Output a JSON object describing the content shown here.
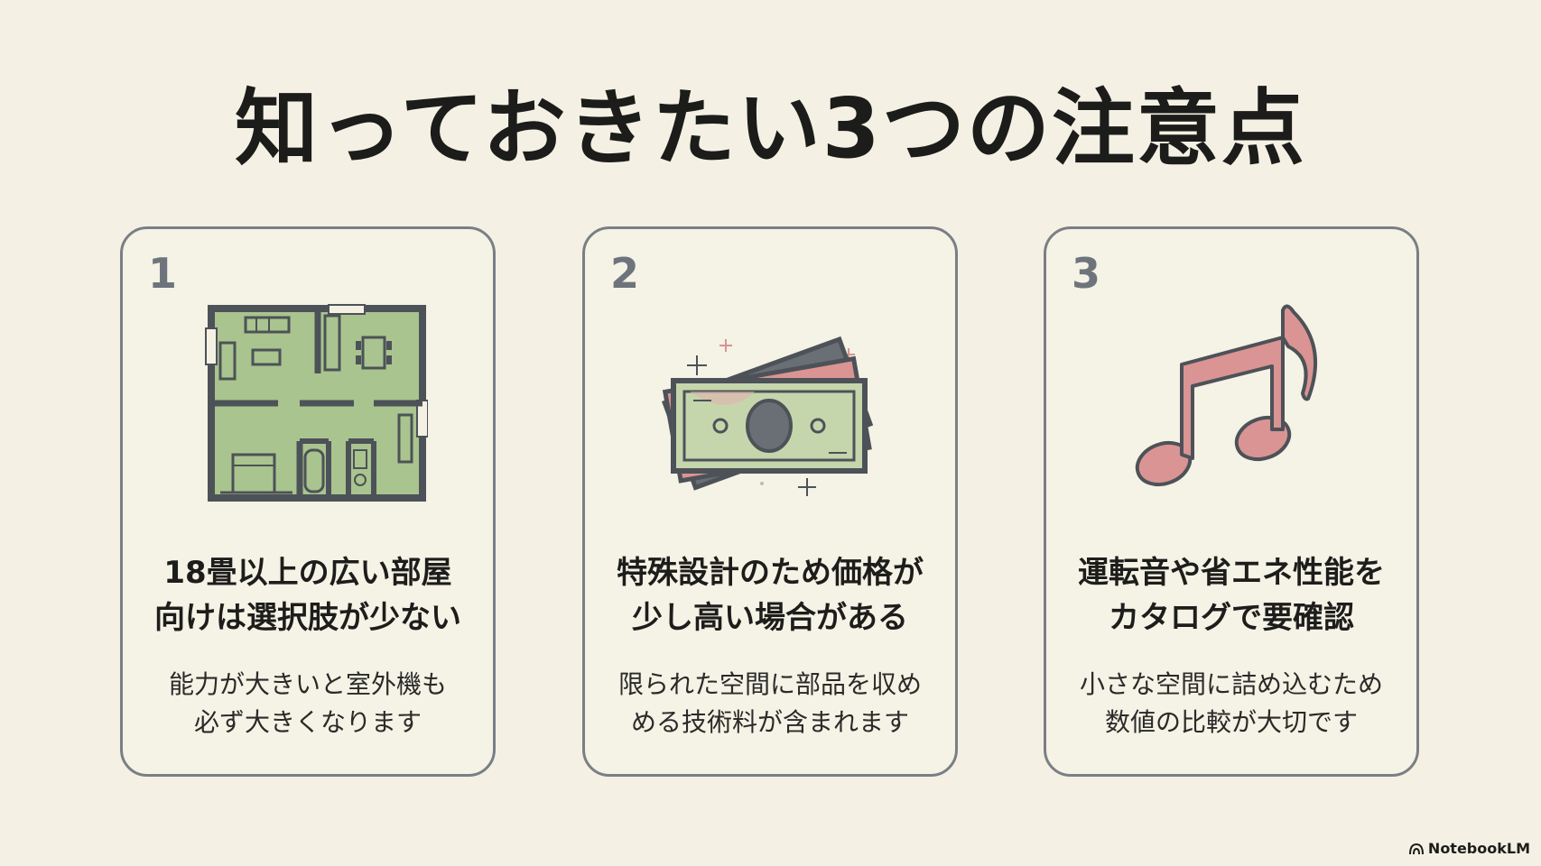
{
  "title": "知っておきたい3つの注意点",
  "cards": [
    {
      "number": "1",
      "icon": "floor-plan-icon",
      "heading": [
        "18畳以上の広い部屋",
        "向けは選択肢が少ない"
      ],
      "body": [
        "能力が大きいと室外機も",
        "必ず大きくなります"
      ]
    },
    {
      "number": "2",
      "icon": "banknotes-icon",
      "heading": [
        "特殊設計のため価格が",
        "少し高い場合がある"
      ],
      "body": [
        "限られた空間に部品を収め",
        "める技術料が含まれます"
      ]
    },
    {
      "number": "3",
      "icon": "music-note-icon",
      "heading": [
        "運転音や省エネ性能を",
        "カタログで要確認"
      ],
      "body": [
        "小さな空間に詰め込むため",
        "数値の比較が大切です"
      ]
    }
  ],
  "brand": "NotebookLM",
  "colors": {
    "background": "#f4f1e4",
    "card_border": "#7a7f86",
    "green": "#a9c48e",
    "pink": "#d99493",
    "dark": "#4d5258"
  }
}
